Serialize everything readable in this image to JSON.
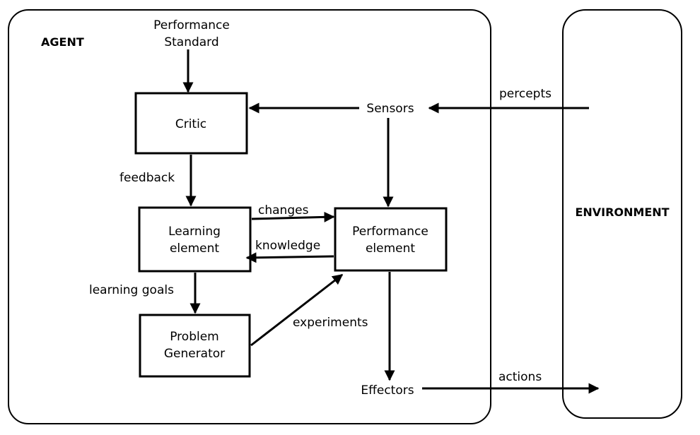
{
  "agent": {
    "label": "AGENT",
    "performance_standard": [
      "Performance",
      "Standard"
    ],
    "critic": "Critic",
    "learning_element": [
      "Learning",
      "element"
    ],
    "performance_element": [
      "Performance",
      "element"
    ],
    "problem_generator": [
      "Problem",
      "Generator"
    ],
    "sensors": "Sensors",
    "effectors": "Effectors"
  },
  "environment": {
    "label": "ENVIRONMENT"
  },
  "edges": {
    "feedback": "feedback",
    "changes": "changes",
    "knowledge": "knowledge",
    "learning_goals": "learning goals",
    "experiments": "experiments",
    "percepts": "percepts",
    "actions": "actions"
  }
}
